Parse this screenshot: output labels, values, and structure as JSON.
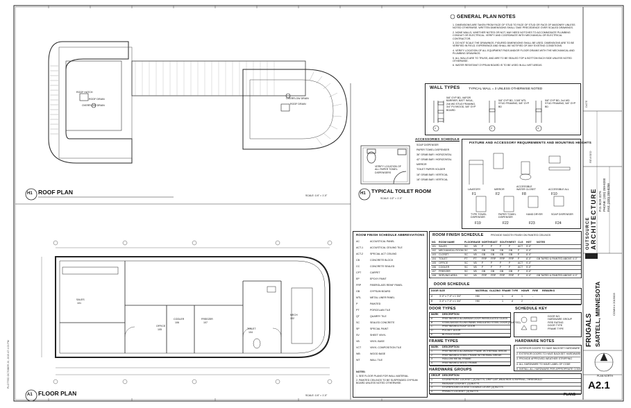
{
  "sheet": {
    "number": "A2.1",
    "plot_stamp": "PLOTTED OCTOBER 20, 2015 AT 4:03 PM",
    "footer_label": "PLANS"
  },
  "plans": {
    "roof_plan": {
      "tag": "H1",
      "title": "ROOF PLAN",
      "scale": "SCALE: 1/4\" = 1'-0\""
    },
    "toilet_room": {
      "tag": "H1",
      "title": "TYPICAL TOILET ROOM",
      "scale": "SCALE: 1/2\" = 1'-0\""
    },
    "floor_plan": {
      "tag": "A1",
      "title": "FLOOR PLAN",
      "scale": "SCALE: 1/4\" = 1'-0\""
    }
  },
  "roof_notes": [
    {
      "label": "ROOF HATCH"
    },
    {
      "label": "ROOF DRAIN"
    },
    {
      "label": "OVERFLOW DRAIN"
    },
    {
      "label": "OVERFLOW DRAIN"
    },
    {
      "label": "ROOF DRAIN"
    }
  ],
  "general_notes": {
    "title": "GENERAL PLAN NOTES",
    "items": [
      "1. DIMENSIONS ARE TAKEN FROM FACE OF STUD TO FACE OF STUD OR FACE OF MASONRY UNLESS NOTED OTHERWISE. WRITTEN DIMENSIONS SHALL TAKE PRECEDENCE OVER SCALED DRAWINGS.",
      "2. NONE WALLS, WHETHER NOTED OR NOT, MAY NEED NOTCHES TO ACCOMMODATE PLUMBING CONDUIT OR ELECTRICAL. VERIFY AND COORDINATE WITH MECHANICAL OR ELECTRICAL CONTRACTOR.",
      "3. DO NOT SCALE THE DRAWINGS. FIGURED DIMENSIONS SHALL BE USED. DIMENSIONS ARE TO BE VERIFIED IN FIELD. EXPERIENCE AND SHALL BE NOTIFIED OF ANY EXISTING CONDITIONS.",
      "4. VERIFY LOCATION OF ALL EQUIPMENT PADS AND/OR FLOOR DRAINS WITH THE MECHANICAL AND PLUMBING DRAWINGS.",
      "5. ALL WALLS ARE TO TRUSS, AND ARE TO BE SEALED TOP & BOTTOM EACH SIDE UNLESS NOTED OTHERWISE.",
      "6. WATER RESISTANT GYPSUM BOARD IS TO BE USED IN ALL WET AREAS."
    ]
  },
  "wall_types": {
    "title": "WALL TYPES",
    "subtitle": "TYPICAL WALL = 3 UNLESS OTHERWISE NOTED",
    "types": [
      {
        "num": "1",
        "desc": "5/8\" GYP BD, VAPOR BARRIER, BATT INSUL, 2x6 WD STUD FRAMING, 3/4\" PLYWOOD, 5/8\" GYP BOARD"
      },
      {
        "num": "2",
        "desc": "5/8\" GYP BD, 3 5/8\" MTL STUD FRAMING, 5/8\" GYP BD"
      },
      {
        "num": "3",
        "desc": "5/8\" GYP BD, 2x4 WD STUD FRAMING, 5/8\" GYP BD"
      }
    ]
  },
  "accessories": {
    "title": "ACCESSORIES SCHEDULE",
    "items": [
      "SOAP DISPENSER",
      "PAPER TOWEL DISPENSER",
      "36\" GRAB BAR / HORIZONTAL",
      "42\" GRAB BAR / HORIZONTAL",
      "MIRROR",
      "TOILET PAPER HOLDER",
      "18\" GRAB BAR / VERTICAL",
      "18\" GRAB BAR / VERTICAL"
    ],
    "note": "VERIFY LOCATION OF ALL PAPER TOWEL DISPENSERS"
  },
  "fixtures": {
    "title": "FIXTURE AND ACCESSORY REQUIREMENTS AND MOUNTING HEIGHTS",
    "items": [
      {
        "label": "LAVATORY",
        "tag": "F1"
      },
      {
        "label": "MIRROR",
        "tag": "F2"
      },
      {
        "label": "ACCESSIBLE WATER CLOSET",
        "tag": "F8"
      },
      {
        "label": "ACCESSIBLE ALL",
        "tag": "F10"
      },
      {
        "label": "TYPE TOWEL DISPENSER",
        "tag": "F19"
      },
      {
        "label": "PAPER TOWEL DISPENSER",
        "tag": "F22"
      },
      {
        "label": "HAND DRYER",
        "tag": "F23"
      },
      {
        "label": "SOAP DISPENSER",
        "tag": "F24"
      }
    ]
  },
  "finish_abbrev": {
    "title": "ROOM FINISH SCHEDULE ABBREVIATIONS",
    "items": [
      [
        "AC",
        "ACOUSTICAL PANEL"
      ],
      [
        "ACT-1",
        "ACOUSTICAL CEILING TILE"
      ],
      [
        "ACT-2",
        "SPECIAL ACT CEILING"
      ],
      [
        "CB",
        "CONCRETE BLOCK"
      ],
      [
        "CC",
        "CONCRETE SEALED"
      ],
      [
        "CPT",
        "CARPET"
      ],
      [
        "EP",
        "EPOXY PAINT"
      ],
      [
        "FRP",
        "FIBERGLASS REINF PANEL"
      ],
      [
        "GB",
        "GYPSUM BOARD"
      ],
      [
        "MTL",
        "METAL LINER PANEL"
      ],
      [
        "P",
        "PAINTED"
      ],
      [
        "PT",
        "PORCELAIN TILE"
      ],
      [
        "QT",
        "QUARRY TILE"
      ],
      [
        "SC",
        "SEALED CONCRETE"
      ],
      [
        "SP",
        "SPECIAL PAINT"
      ],
      [
        "SV",
        "SHEET VINYL"
      ],
      [
        "VB",
        "VINYL BASE"
      ],
      [
        "VCT",
        "VINYL COMPOSITION TILE"
      ],
      [
        "WB",
        "WOOD BASE"
      ],
      [
        "WT",
        "WALL TILE"
      ]
    ],
    "notes_title": "NOTES:",
    "notes": [
      "1. SEE FLOOR PLANS FOR WALL MATERIAL.",
      "2. PAINTED CEILINGS TO BE SUSPENDED GYPSUM BOARD UNLESS NOTED OTHERWISE."
    ]
  },
  "room_finish": {
    "title": "ROOM FINISH SCHEDULE",
    "subtitle": "PROVIDE SMOOTH FINISH ON PAINTED CEILINGS",
    "headers": [
      "NO.",
      "ROOM NAME",
      "FLOOR",
      "BASE",
      "NORTH",
      "EAST",
      "SOUTH",
      "WEST",
      "CLG",
      "HGT",
      "NOTES"
    ],
    "rows": [
      [
        "101",
        "SALES",
        "SC",
        "VB",
        "P",
        "P",
        "P",
        "P",
        "ACT",
        "9'-0\"",
        ""
      ],
      [
        "102",
        "MECHANICAL ROOM",
        "SC",
        "VB",
        "GB",
        "GB",
        "GB",
        "GB",
        "P",
        "9'-0\"",
        ""
      ],
      [
        "103",
        "CLOSET",
        "SC",
        "VB",
        "GB",
        "GB",
        "GB",
        "GB",
        "P",
        "8'-0\"",
        ""
      ],
      [
        "104",
        "TOILET",
        "PT",
        "PT",
        "FRP",
        "FRP",
        "FRP",
        "FRP",
        "P",
        "8'-0\"",
        "GB TAPED & PAINTED ABOVE 4'-0\""
      ],
      [
        "105",
        "OFFICE",
        "SC",
        "VB",
        "P",
        "P",
        "P",
        "P",
        "ACT",
        "9'-0\"",
        ""
      ],
      [
        "106",
        "COOLER",
        "SC",
        "VB",
        "P",
        "P",
        "P",
        "P",
        "ACT",
        "9'-0\"",
        ""
      ],
      [
        "107",
        "FREEZER",
        "SC",
        "VB",
        "GB",
        "GB",
        "GB",
        "GB",
        "P",
        "9'-0\"",
        ""
      ],
      [
        "108",
        "SERVING AREA",
        "SC",
        "VB",
        "FRP",
        "FRP",
        "FRP",
        "FRP",
        "P",
        "9'-0\"",
        "GB TAPED & PAINTED ABOVE 4'-0\""
      ]
    ]
  },
  "door_schedule": {
    "title": "DOOR SCHEDULE",
    "headers": [
      "DOOR",
      "SIZE",
      "MATERIAL",
      "GLAZING",
      "FRAME",
      "TYPE",
      "HDWR",
      "FIRE",
      "REMARKS"
    ],
    "rows": [
      [
        "A",
        "3'-0\" x 7'-0\" x 1 3/4\"",
        "HM",
        "-",
        "1",
        "A",
        "1",
        "-",
        ""
      ],
      [
        "B",
        "3'-0\" x 7'-0\" x 1 3/4\"",
        "HM",
        "-",
        "1",
        "A",
        "2",
        "-",
        ""
      ]
    ]
  },
  "door_types": {
    "title": "DOOR TYPES",
    "rows": [
      [
        "MARK",
        "DESCRIPTION"
      ],
      [
        "A",
        "PREFINISHED ALUMINUM DOOR W/INSULATED GLASS"
      ],
      [
        "B",
        "STEEL/WOOD FLUSH PANEL INSULATED STEEL DOOR (PAINTED)"
      ],
      [
        "C",
        "PREFINISHED ROOF DOOR"
      ],
      [
        "D",
        "POCKET DOOR"
      ],
      [
        "E",
        "BI-FOLD DOOR"
      ]
    ]
  },
  "frame_types": {
    "title": "FRAME TYPES",
    "rows": [
      [
        "MARK",
        "DESCRIPTION"
      ],
      [
        "1",
        "PREFINISHED ALUMINUM FRAME W/THERMAL BREAK"
      ],
      [
        "2",
        "PREFINISHED STEEL FRAME W/THERMAL BREAK"
      ],
      [
        "3",
        "HOLLOW METAL FRAME"
      ],
      [
        "4",
        "PREFINISHED WOOD FRAME"
      ]
    ]
  },
  "hardware_groups": {
    "title": "HARDWARE GROUPS",
    "rows": [
      [
        "GROUP",
        "DESCRIPTION"
      ],
      [
        "1",
        "STOREFRONT LOCKSET, (3) BUTTS, DRIP CAP, WEATHER STRIPPING, THRESHOLD"
      ],
      [
        "2",
        "PASSAGE LOCKSET, (3) BUTTS"
      ],
      [
        "3",
        "STOREROOM LOCKSET DOUBLE LEVER (3) BUTTS"
      ],
      [
        "4",
        "PRIVACY LOCKSET, (3) BUTTS"
      ]
    ]
  },
  "schedule_key": {
    "title": "SCHEDULE KEY",
    "items": [
      "DOOR NO.",
      "HARDWARE GROUP",
      "FIRE RATING",
      "DOOR TYPE",
      "FRAME TYPE"
    ]
  },
  "hardware_notes": {
    "title": "HARDWARE NOTES",
    "items": [
      "1. INTERIOR DOORS TO HAVE BACKSET HARDWARE OR EQUAL",
      "2. EXTERIOR DOORS TO HAVE BACKSET HARDWARE OR EQUAL",
      "3. PROVIDE APPROVED WEATHER STRIPPING",
      "4. ALL HARDWARE TO HAVE LABEL OF CODE",
      "5. INSTALL ALL HARDWARE PER APPROPRIATE CODE"
    ]
  },
  "title_block": {
    "project": "FRUGALS",
    "location": "SARTELL, MINNESOTA",
    "firm": "ARCHITECTURE",
    "firm_prefix": "OUTSOURCE",
    "firm_address": "P.O. BOX 3276",
    "firm_phone": "PHONE: (320) 259-8200",
    "firm_fax": "FAX: (320) 259-8258",
    "comm_no": "COMM # 2015003",
    "date_label": "DATE",
    "revised_label": "REVISED",
    "plan_north": "PLAN NORTH"
  },
  "rooms": [
    {
      "name": "OFFICE",
      "num": "105"
    },
    {
      "name": "COOLER",
      "num": "106"
    },
    {
      "name": "FREEZER",
      "num": "107"
    },
    {
      "name": "TOILET",
      "num": "104"
    },
    {
      "name": "MECH",
      "num": "102"
    },
    {
      "name": "SALES",
      "num": "101"
    }
  ]
}
